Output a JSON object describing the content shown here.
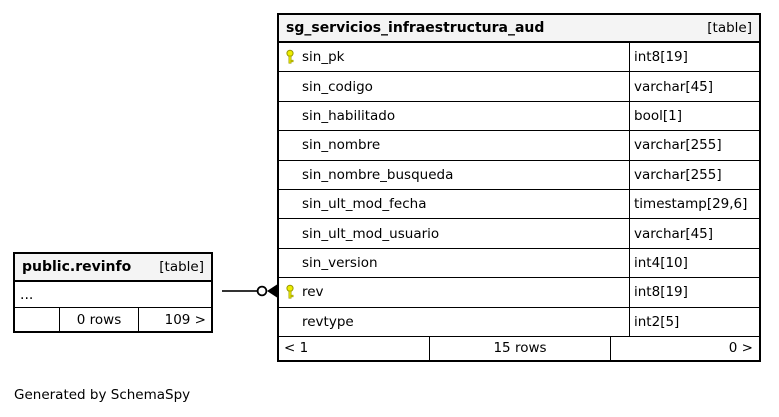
{
  "diagram": {
    "credit": "Generated by SchemaSpy"
  },
  "main_table": {
    "title": "sg_servicios_infraestructura_aud",
    "badge": "[table]",
    "columns": [
      {
        "name": "sin_pk",
        "type": "int8[19]",
        "primary_key": true
      },
      {
        "name": "sin_codigo",
        "type": "varchar[45]",
        "primary_key": false
      },
      {
        "name": "sin_habilitado",
        "type": "bool[1]",
        "primary_key": false
      },
      {
        "name": "sin_nombre",
        "type": "varchar[255]",
        "primary_key": false
      },
      {
        "name": "sin_nombre_busqueda",
        "type": "varchar[255]",
        "primary_key": false
      },
      {
        "name": "sin_ult_mod_fecha",
        "type": "timestamp[29,6]",
        "primary_key": false
      },
      {
        "name": "sin_ult_mod_usuario",
        "type": "varchar[45]",
        "primary_key": false
      },
      {
        "name": "sin_version",
        "type": "int4[10]",
        "primary_key": false
      },
      {
        "name": "rev",
        "type": "int8[19]",
        "primary_key": true
      },
      {
        "name": "revtype",
        "type": "int2[5]",
        "primary_key": false
      }
    ],
    "footer": {
      "parents_link": "< 1",
      "row_count": "15 rows",
      "children_link": "0 >"
    }
  },
  "related_table": {
    "title": "public.revinfo",
    "badge": "[table]",
    "collapsed_columns": "...",
    "footer": {
      "parents_link": "",
      "row_count": "0 rows",
      "children_link": "109 >"
    }
  },
  "relationship": {
    "from": "public.revinfo",
    "to_column": "rev"
  },
  "colors": {
    "header_background": "#f4f4f4",
    "border": "#000000",
    "key_fill": "#eded00",
    "key_outline": "#9a9a00",
    "connector_line": "#333333"
  }
}
